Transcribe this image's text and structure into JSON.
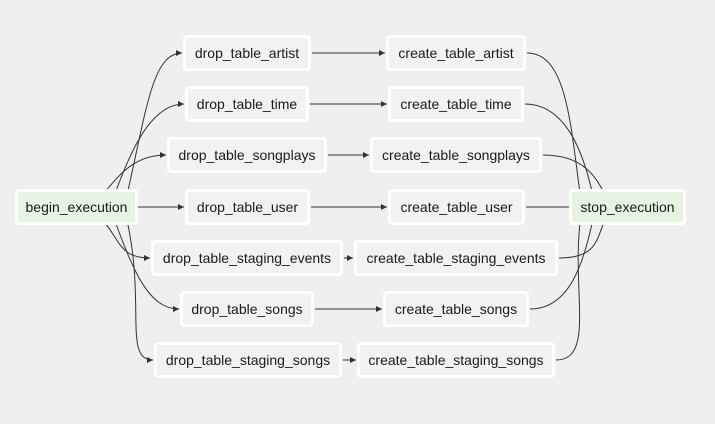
{
  "graph": {
    "nodes": {
      "begin": "begin_execution",
      "stop": "stop_execution",
      "drop_artist": "drop_table_artist",
      "drop_time": "drop_table_time",
      "drop_songplays": "drop_table_songplays",
      "drop_user": "drop_table_user",
      "drop_staging_events": "drop_table_staging_events",
      "drop_songs": "drop_table_songs",
      "drop_staging_songs": "drop_table_staging_songs",
      "create_artist": "create_table_artist",
      "create_time": "create_table_time",
      "create_songplays": "create_table_songplays",
      "create_user": "create_table_user",
      "create_staging_events": "create_table_staging_events",
      "create_songs": "create_table_songs",
      "create_staging_songs": "create_table_staging_songs"
    },
    "edges": [
      [
        "begin",
        "drop_artist"
      ],
      [
        "begin",
        "drop_time"
      ],
      [
        "begin",
        "drop_songplays"
      ],
      [
        "begin",
        "drop_user"
      ],
      [
        "begin",
        "drop_staging_events"
      ],
      [
        "begin",
        "drop_songs"
      ],
      [
        "begin",
        "drop_staging_songs"
      ],
      [
        "drop_artist",
        "create_artist"
      ],
      [
        "drop_time",
        "create_time"
      ],
      [
        "drop_songplays",
        "create_songplays"
      ],
      [
        "drop_user",
        "create_user"
      ],
      [
        "drop_staging_events",
        "create_staging_events"
      ],
      [
        "drop_songs",
        "create_songs"
      ],
      [
        "drop_staging_songs",
        "create_staging_songs"
      ],
      [
        "create_artist",
        "stop"
      ],
      [
        "create_time",
        "stop"
      ],
      [
        "create_songplays",
        "stop"
      ],
      [
        "create_user",
        "stop"
      ],
      [
        "create_staging_events",
        "stop"
      ],
      [
        "create_songs",
        "stop"
      ],
      [
        "create_staging_songs",
        "stop"
      ]
    ],
    "colors": {
      "background": "#efefef",
      "node_fill": "#f2f2f2",
      "node_border": "#ffffff",
      "terminal_fill": "#e6f5e2",
      "edge": "#333333"
    }
  }
}
